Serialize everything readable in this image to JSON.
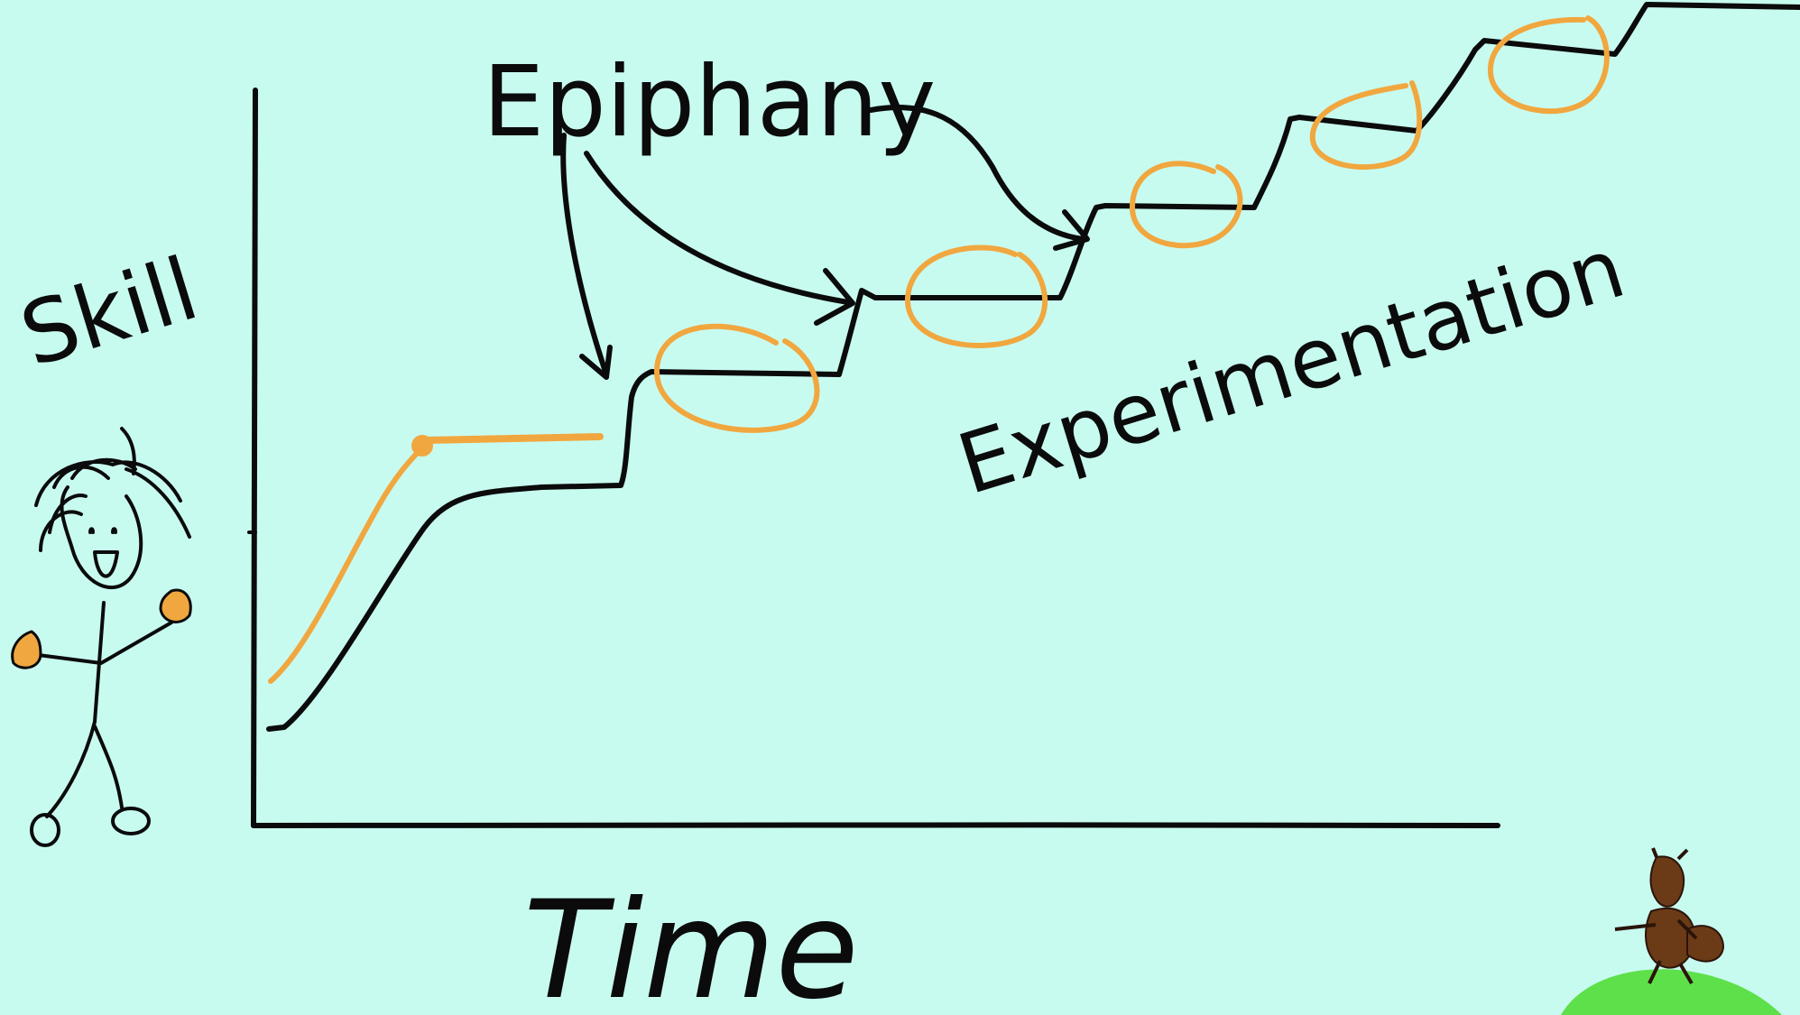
{
  "labels": {
    "y_axis": "Skill",
    "x_axis": "Time",
    "epiphany": "Epiphany",
    "experimentation": "Experimentation"
  },
  "colors": {
    "background": "#c8fbf0",
    "ink": "#0b0b0b",
    "highlight": "#f1a73f",
    "beaver": "#6b3a17",
    "grass": "#5ee04a"
  },
  "figures": {
    "stick_person": "stick-person-icon",
    "beaver": "beaver-mascot-icon"
  }
}
